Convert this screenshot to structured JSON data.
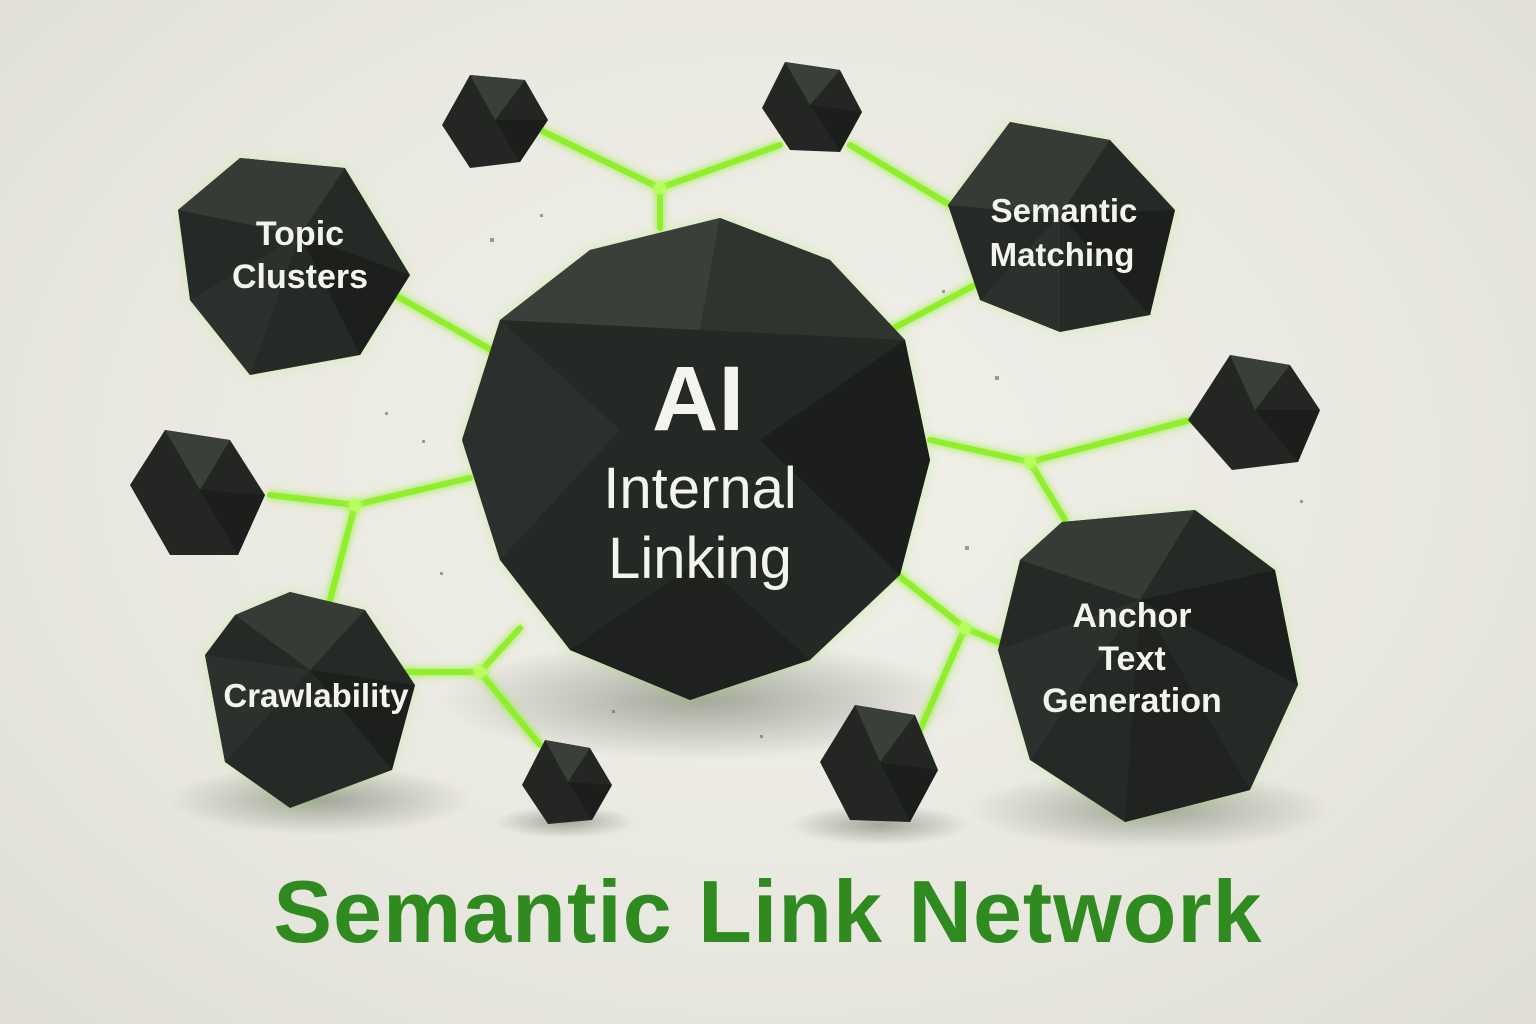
{
  "title": "Semantic Link Network",
  "colors": {
    "title": "#2f8a1f",
    "link": "#8fef2b",
    "node": "#262a26",
    "node_label": "#f4f4ef",
    "background": "#ecebe4"
  },
  "center_node": {
    "line1": "AI",
    "line2": "Internal",
    "line3": "Linking"
  },
  "nodes": {
    "topic_clusters": {
      "line1": "Topic",
      "line2": "Clusters"
    },
    "semantic_matching": {
      "line1": "Semantic",
      "line2": "Matching"
    },
    "crawlability": {
      "line1": "Crawlability"
    },
    "anchor_text_generation": {
      "line1": "Anchor",
      "line2": "Text",
      "line3": "Generation"
    }
  }
}
